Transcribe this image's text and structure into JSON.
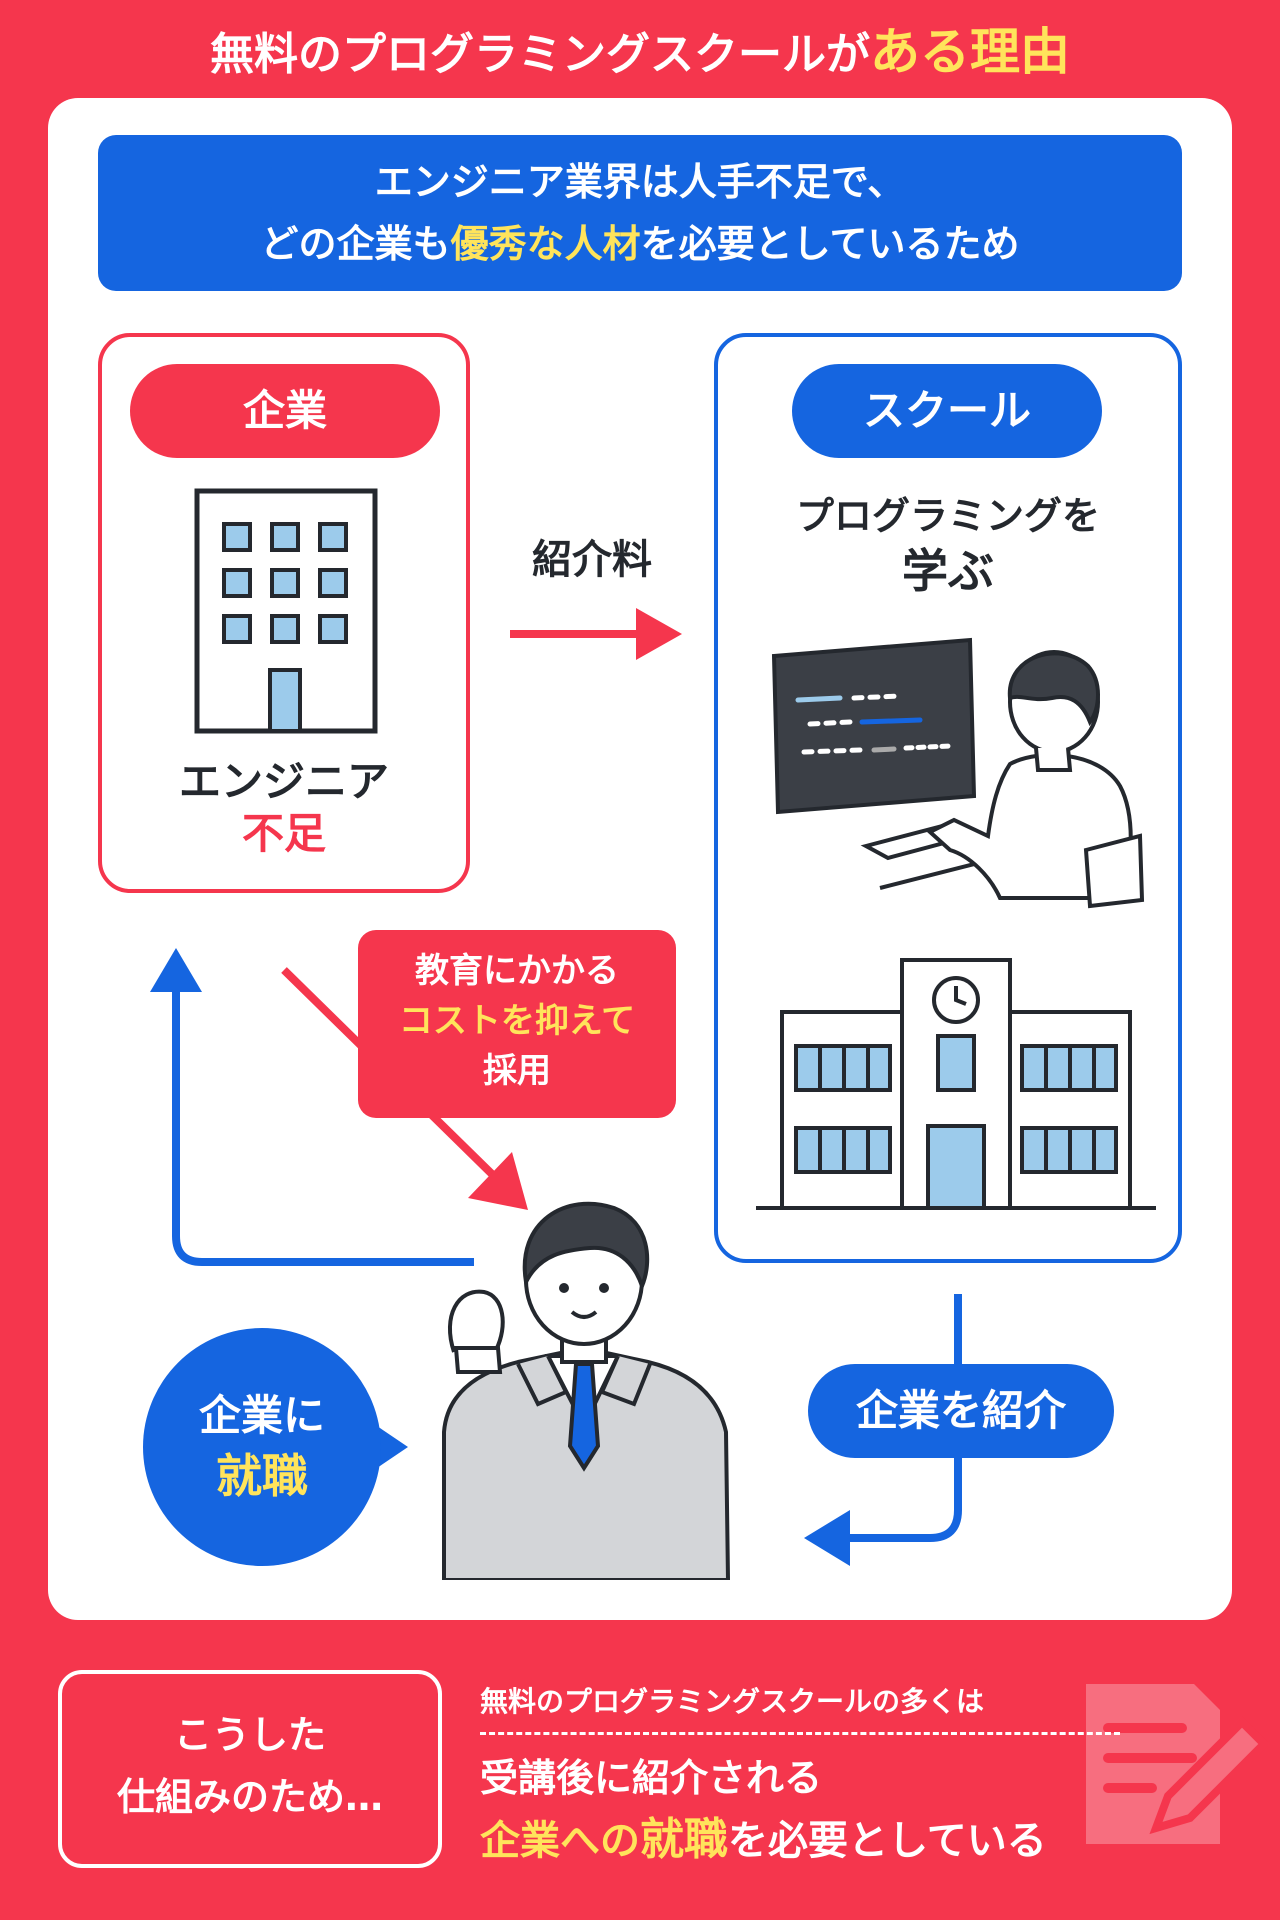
{
  "title": {
    "part1": "無料のプログラミングスクールが",
    "part2": "ある理由"
  },
  "banner": {
    "line1": "エンジニア業界は人手不足で、",
    "line2_pre": "どの企業も",
    "line2_highlight": "優秀な人材",
    "line2_post": "を必要としているため"
  },
  "company": {
    "pill": "企業",
    "label_line1": "エンジニア",
    "label_line2": "不足"
  },
  "school": {
    "pill": "スクール",
    "caption_line1": "プログラミングを",
    "caption_line2": "学ぶ"
  },
  "arrow_label": "紹介料",
  "note": {
    "line1": "教育にかかる",
    "line2_highlight": "コストを抑えて",
    "line3": "採用"
  },
  "employment": {
    "line1": "企業に",
    "line2_highlight": "就職"
  },
  "intro_pill": "企業を紹介",
  "bottom": {
    "box_line1": "こうした",
    "box_line2": "仕組みのため…",
    "small": "無料のプログラミングスクールの多くは",
    "big_line1": "受講後に紹介される",
    "big_line2_hl1": "企業への",
    "big_line2_hl2": "就職",
    "big_line2_post": "を必要としている"
  },
  "colors": {
    "red": "#f5364d",
    "blue": "#1565e0",
    "yellow": "#ffe45b",
    "dark": "#24282e",
    "light_blue": "#9ccbeb"
  },
  "icons": [
    "office-building-icon",
    "programmer-at-computer-icon",
    "school-building-icon",
    "businessman-icon",
    "memo-pencil-icon"
  ]
}
